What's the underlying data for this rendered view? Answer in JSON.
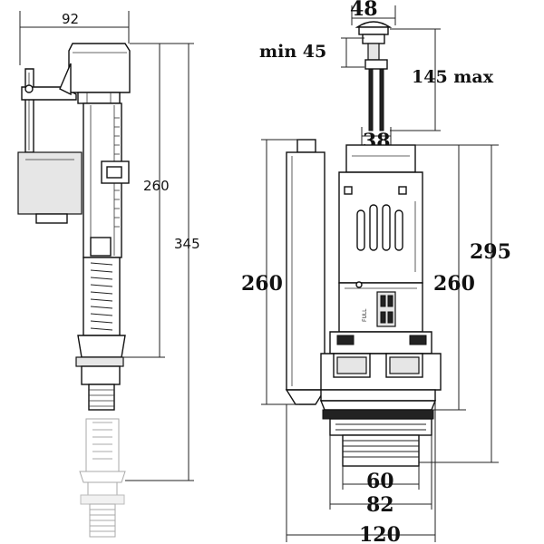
{
  "fill_valve": {
    "width_label": "92",
    "height_label": "260",
    "total_height_label": "345"
  },
  "button": {
    "diameter_label": "48",
    "min_label": "min 45",
    "max_label": "145 max",
    "rod_spacing_label": "38"
  },
  "flush_valve": {
    "left_height_label": "260",
    "right_height_label": "260",
    "total_height_label": "295",
    "thread_inner_label": "60",
    "thread_outer_label": "82",
    "base_width_label": "120",
    "full_marking": "FULL"
  }
}
